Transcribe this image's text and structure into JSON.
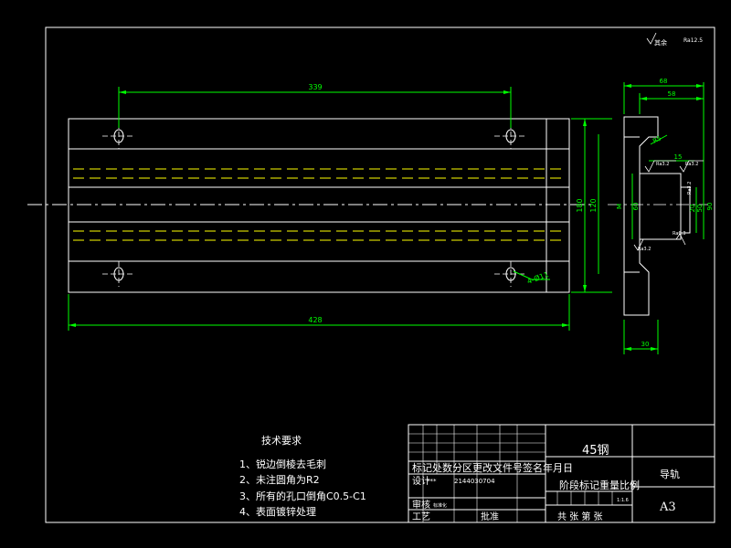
{
  "colors": {
    "background": "#000000",
    "outline": "#ffffff",
    "dimension": "#00ff00",
    "centerline": "#ffff00",
    "surface_mark": "#ffffff"
  },
  "main_view": {
    "dim_hole_spacing": "339",
    "dim_overall_length": "428",
    "dim_height_outer": "180",
    "dim_height_inner": "120",
    "hole_callout": "4-Ø11"
  },
  "side_view": {
    "dim_top_outer": "68",
    "dim_top_inner": "58",
    "dim_bottom": "30",
    "dim_fillet": "R5",
    "dim_step": "15",
    "dim_height_a": "90",
    "dim_height_b": "60",
    "dim_height_c": "20",
    "dim_height_d": "50",
    "dim_m": "M",
    "roughness_1": "Ra3.2",
    "roughness_2": "Ra3.2",
    "roughness_3": "Ra3.2",
    "roughness_4": "Ra3.2",
    "roughness_5": "Ra6.3",
    "general_roughness": "Ra12.5",
    "general_prefix": "其余"
  },
  "notes": {
    "title": "技术要求",
    "items": [
      "1、锐边倒棱去毛刺",
      "2、未注圆角为R2",
      "3、所有的孔口倒角C0.5-C1",
      "4、表面镀锌处理"
    ]
  },
  "title_block": {
    "material": "45钢",
    "part_name": "导轨",
    "sheet_size": "A3",
    "revision_header": "标记处数分区更改文件号签名年月日",
    "design_label": "设计",
    "design_name": "***",
    "design_date": "2144030704",
    "check_label": "审核",
    "check_small": "标准化",
    "process_label": "工艺",
    "approve_label": "批准",
    "stage_header": "阶段标记重量比例",
    "scale": "1:1.6",
    "sheet_info": "共 张 第 张"
  }
}
